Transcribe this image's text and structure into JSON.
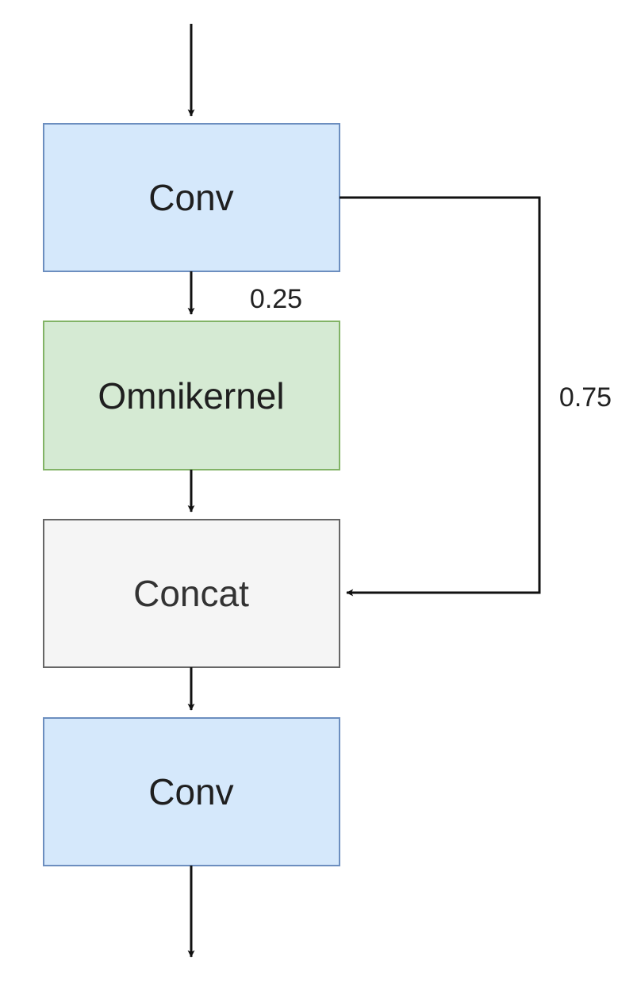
{
  "nodes": [
    {
      "id": "conv1",
      "label": "Conv",
      "fill": "#d5e8fb",
      "stroke": "#6c8ebf"
    },
    {
      "id": "omnikernel",
      "label": "Omnikernel",
      "fill": "#d5ead3",
      "stroke": "#82b366"
    },
    {
      "id": "concat",
      "label": "Concat",
      "fill": "#f5f5f5",
      "stroke": "#666666"
    },
    {
      "id": "conv2",
      "label": "Conv",
      "fill": "#d5e8fb",
      "stroke": "#6c8ebf"
    }
  ],
  "edges": {
    "to_omnikernel_label": "0.25",
    "skip_to_concat_label": "0.75"
  },
  "icons": [
    "arrow-down-icon",
    "arrow-left-icon"
  ]
}
